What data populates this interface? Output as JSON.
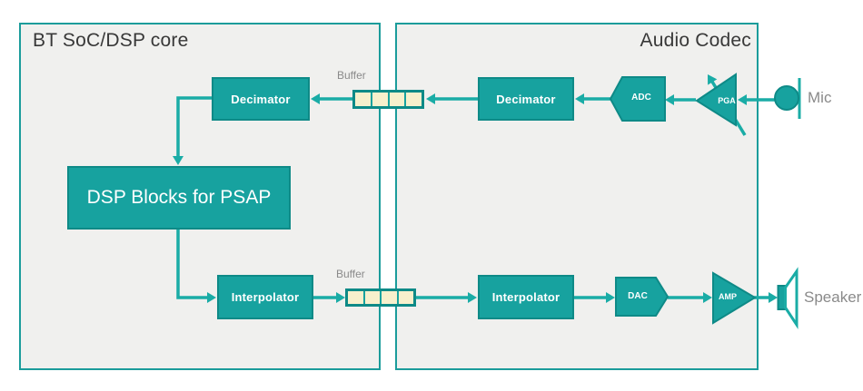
{
  "colors": {
    "block_fill": "#17A29F",
    "block_border": "#0E8A87",
    "wire": "#1AACA6",
    "panel_border": "#1B9C9B",
    "panel_bg": "#F0F0EE",
    "buffer_fill": "#F7F0CC",
    "label_gray": "#8A8A8A",
    "title_dark": "#383838"
  },
  "panels": {
    "left": {
      "title": "BT SoC/DSP core"
    },
    "right": {
      "title": "Audio Codec"
    }
  },
  "blocks": {
    "left_decimator": {
      "label": "Decimator"
    },
    "dsp_psap": {
      "label": "DSP Blocks for PSAP"
    },
    "left_interpolator": {
      "label": "Interpolator"
    },
    "right_decimator": {
      "label": "Decimator"
    },
    "right_interpolator": {
      "label": "Interpolator"
    },
    "adc": {
      "label": "ADC"
    },
    "dac": {
      "label": "DAC"
    },
    "pga": {
      "label": "PGA"
    },
    "amp": {
      "label": "AMP"
    }
  },
  "buffers": {
    "top": {
      "label": "Buffer",
      "cells": 4
    },
    "bottom": {
      "label": "Buffer",
      "cells": 4
    }
  },
  "io": {
    "mic": {
      "label": "Mic"
    },
    "speaker": {
      "label": "Speaker"
    }
  }
}
